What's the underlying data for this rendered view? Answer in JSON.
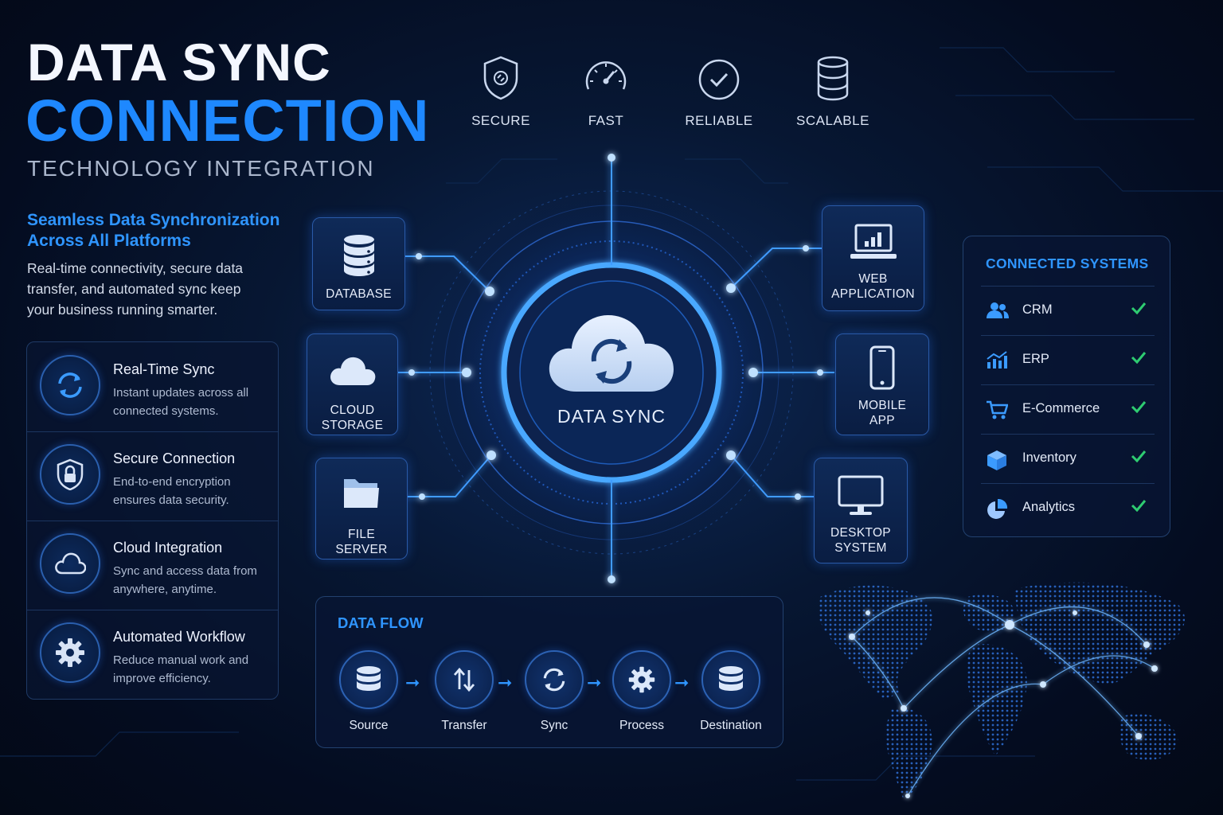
{
  "header": {
    "title_line1": "DATA SYNC",
    "title_line2": "CONNECTION",
    "subtitle": "TECHNOLOGY INTEGRATION",
    "tagline": "Seamless Data Synchronization Across All Platforms",
    "description": "Real-time connectivity, secure data transfer, and automated sync keep your business running smarter."
  },
  "badges": [
    {
      "label": "SECURE",
      "icon": "shield-icon"
    },
    {
      "label": "FAST",
      "icon": "speedometer-icon"
    },
    {
      "label": "RELIABLE",
      "icon": "check-circle-icon"
    },
    {
      "label": "SCALABLE",
      "icon": "database-stack-icon"
    }
  ],
  "features": [
    {
      "title": "Real-Time Sync",
      "description": "Instant updates across all connected systems.",
      "icon": "sync-icon"
    },
    {
      "title": "Secure Connection",
      "description": "End-to-end encryption ensures data security.",
      "icon": "lock-shield-icon"
    },
    {
      "title": "Cloud Integration",
      "description": "Sync and access data from anywhere, anytime.",
      "icon": "cloud-icon"
    },
    {
      "title": "Automated Workflow",
      "description": "Reduce manual work and improve efficiency.",
      "icon": "gear-icon"
    }
  ],
  "hub": {
    "label": "DATA SYNC",
    "icon": "cloud-sync-icon"
  },
  "nodes": {
    "database": {
      "label": "DATABASE",
      "icon": "database-icon"
    },
    "cloud_storage": {
      "label": "CLOUD\nSTORAGE",
      "icon": "cloud-icon"
    },
    "file_server": {
      "label": "FILE\nSERVER",
      "icon": "folder-icon"
    },
    "web_application": {
      "label": "WEB\nAPPLICATION",
      "icon": "laptop-chart-icon"
    },
    "mobile_app": {
      "label": "MOBILE\nAPP",
      "icon": "smartphone-icon"
    },
    "desktop_system": {
      "label": "DESKTOP\nSYSTEM",
      "icon": "monitor-icon"
    }
  },
  "connected_systems": {
    "title": "CONNECTED SYSTEMS",
    "items": [
      {
        "label": "CRM",
        "icon": "users-icon",
        "status": "connected"
      },
      {
        "label": "ERP",
        "icon": "bar-chart-icon",
        "status": "connected"
      },
      {
        "label": "E-Commerce",
        "icon": "cart-icon",
        "status": "connected"
      },
      {
        "label": "Inventory",
        "icon": "box-icon",
        "status": "connected"
      },
      {
        "label": "Analytics",
        "icon": "pie-chart-icon",
        "status": "connected"
      }
    ]
  },
  "data_flow": {
    "title": "DATA FLOW",
    "steps": [
      {
        "label": "Source",
        "icon": "database-icon"
      },
      {
        "label": "Transfer",
        "icon": "transfer-arrows-icon"
      },
      {
        "label": "Sync",
        "icon": "sync-icon"
      },
      {
        "label": "Process",
        "icon": "gear-icon"
      },
      {
        "label": "Destination",
        "icon": "database-icon"
      }
    ]
  },
  "colors": {
    "accent": "#1e88ff",
    "check": "#2ecc71",
    "background": "#050f26"
  }
}
